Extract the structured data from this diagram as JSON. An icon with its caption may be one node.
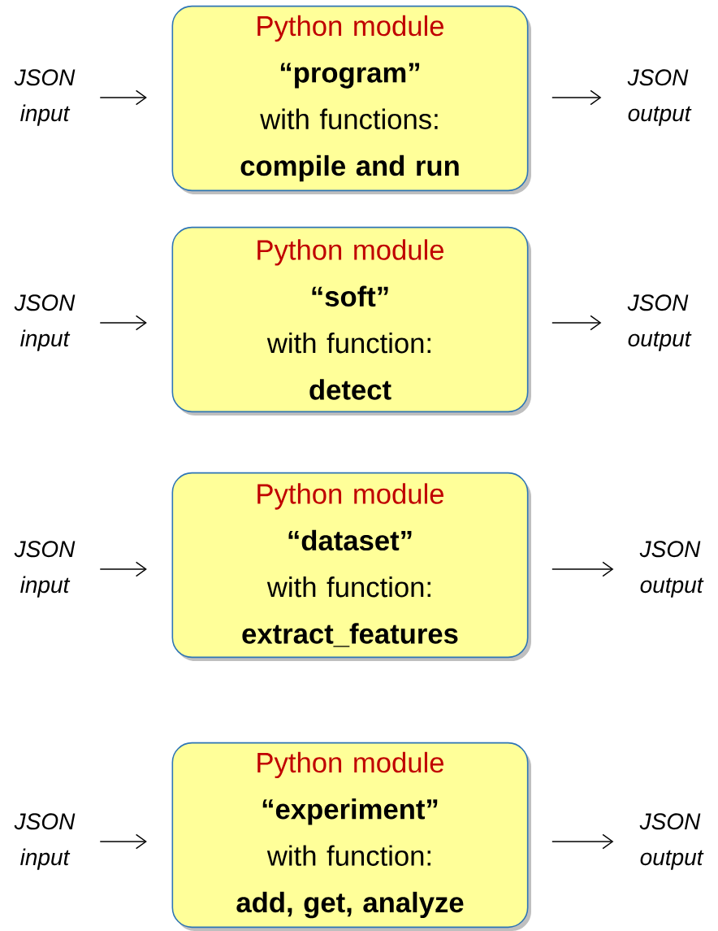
{
  "diagram": {
    "nodes": [
      {
        "text": [
          "JSON input"
        ]
      },
      {
        "text": [
          "Python module",
          "“program”",
          "with functions:",
          "compile and run"
        ]
      },
      {
        "text": [
          "JSON output"
        ]
      },
      {
        "text": [
          "JSON input"
        ]
      },
      {
        "text": [
          "Python module",
          "“soft”",
          "with function:",
          "detect"
        ]
      },
      {
        "text": [
          "JSON output"
        ]
      },
      {
        "text": [
          "JSON input"
        ]
      },
      {
        "text": [
          "Python module",
          "“dataset”",
          "with function:",
          "extract_features"
        ]
      },
      {
        "text": [
          "JSON output"
        ]
      },
      {
        "text": [
          "JSON input"
        ]
      },
      {
        "text": [
          "Python module",
          "“experiment”",
          "with function:",
          "add, get, analyze"
        ]
      },
      {
        "text": [
          "JSON output"
        ]
      }
    ],
    "edges": [
      {
        "from": 0,
        "to": 1,
        "arrow": "to"
      },
      {
        "from": 1,
        "to": 2,
        "arrow": "to"
      },
      {
        "from": 3,
        "to": 4,
        "arrow": "to"
      },
      {
        "from": 4,
        "to": 5,
        "arrow": "to"
      },
      {
        "from": 6,
        "to": 7,
        "arrow": "to"
      },
      {
        "from": 7,
        "to": 8,
        "arrow": "to"
      },
      {
        "from": 9,
        "to": 10,
        "arrow": "to"
      },
      {
        "from": 10,
        "to": 11,
        "arrow": "to"
      }
    ]
  }
}
